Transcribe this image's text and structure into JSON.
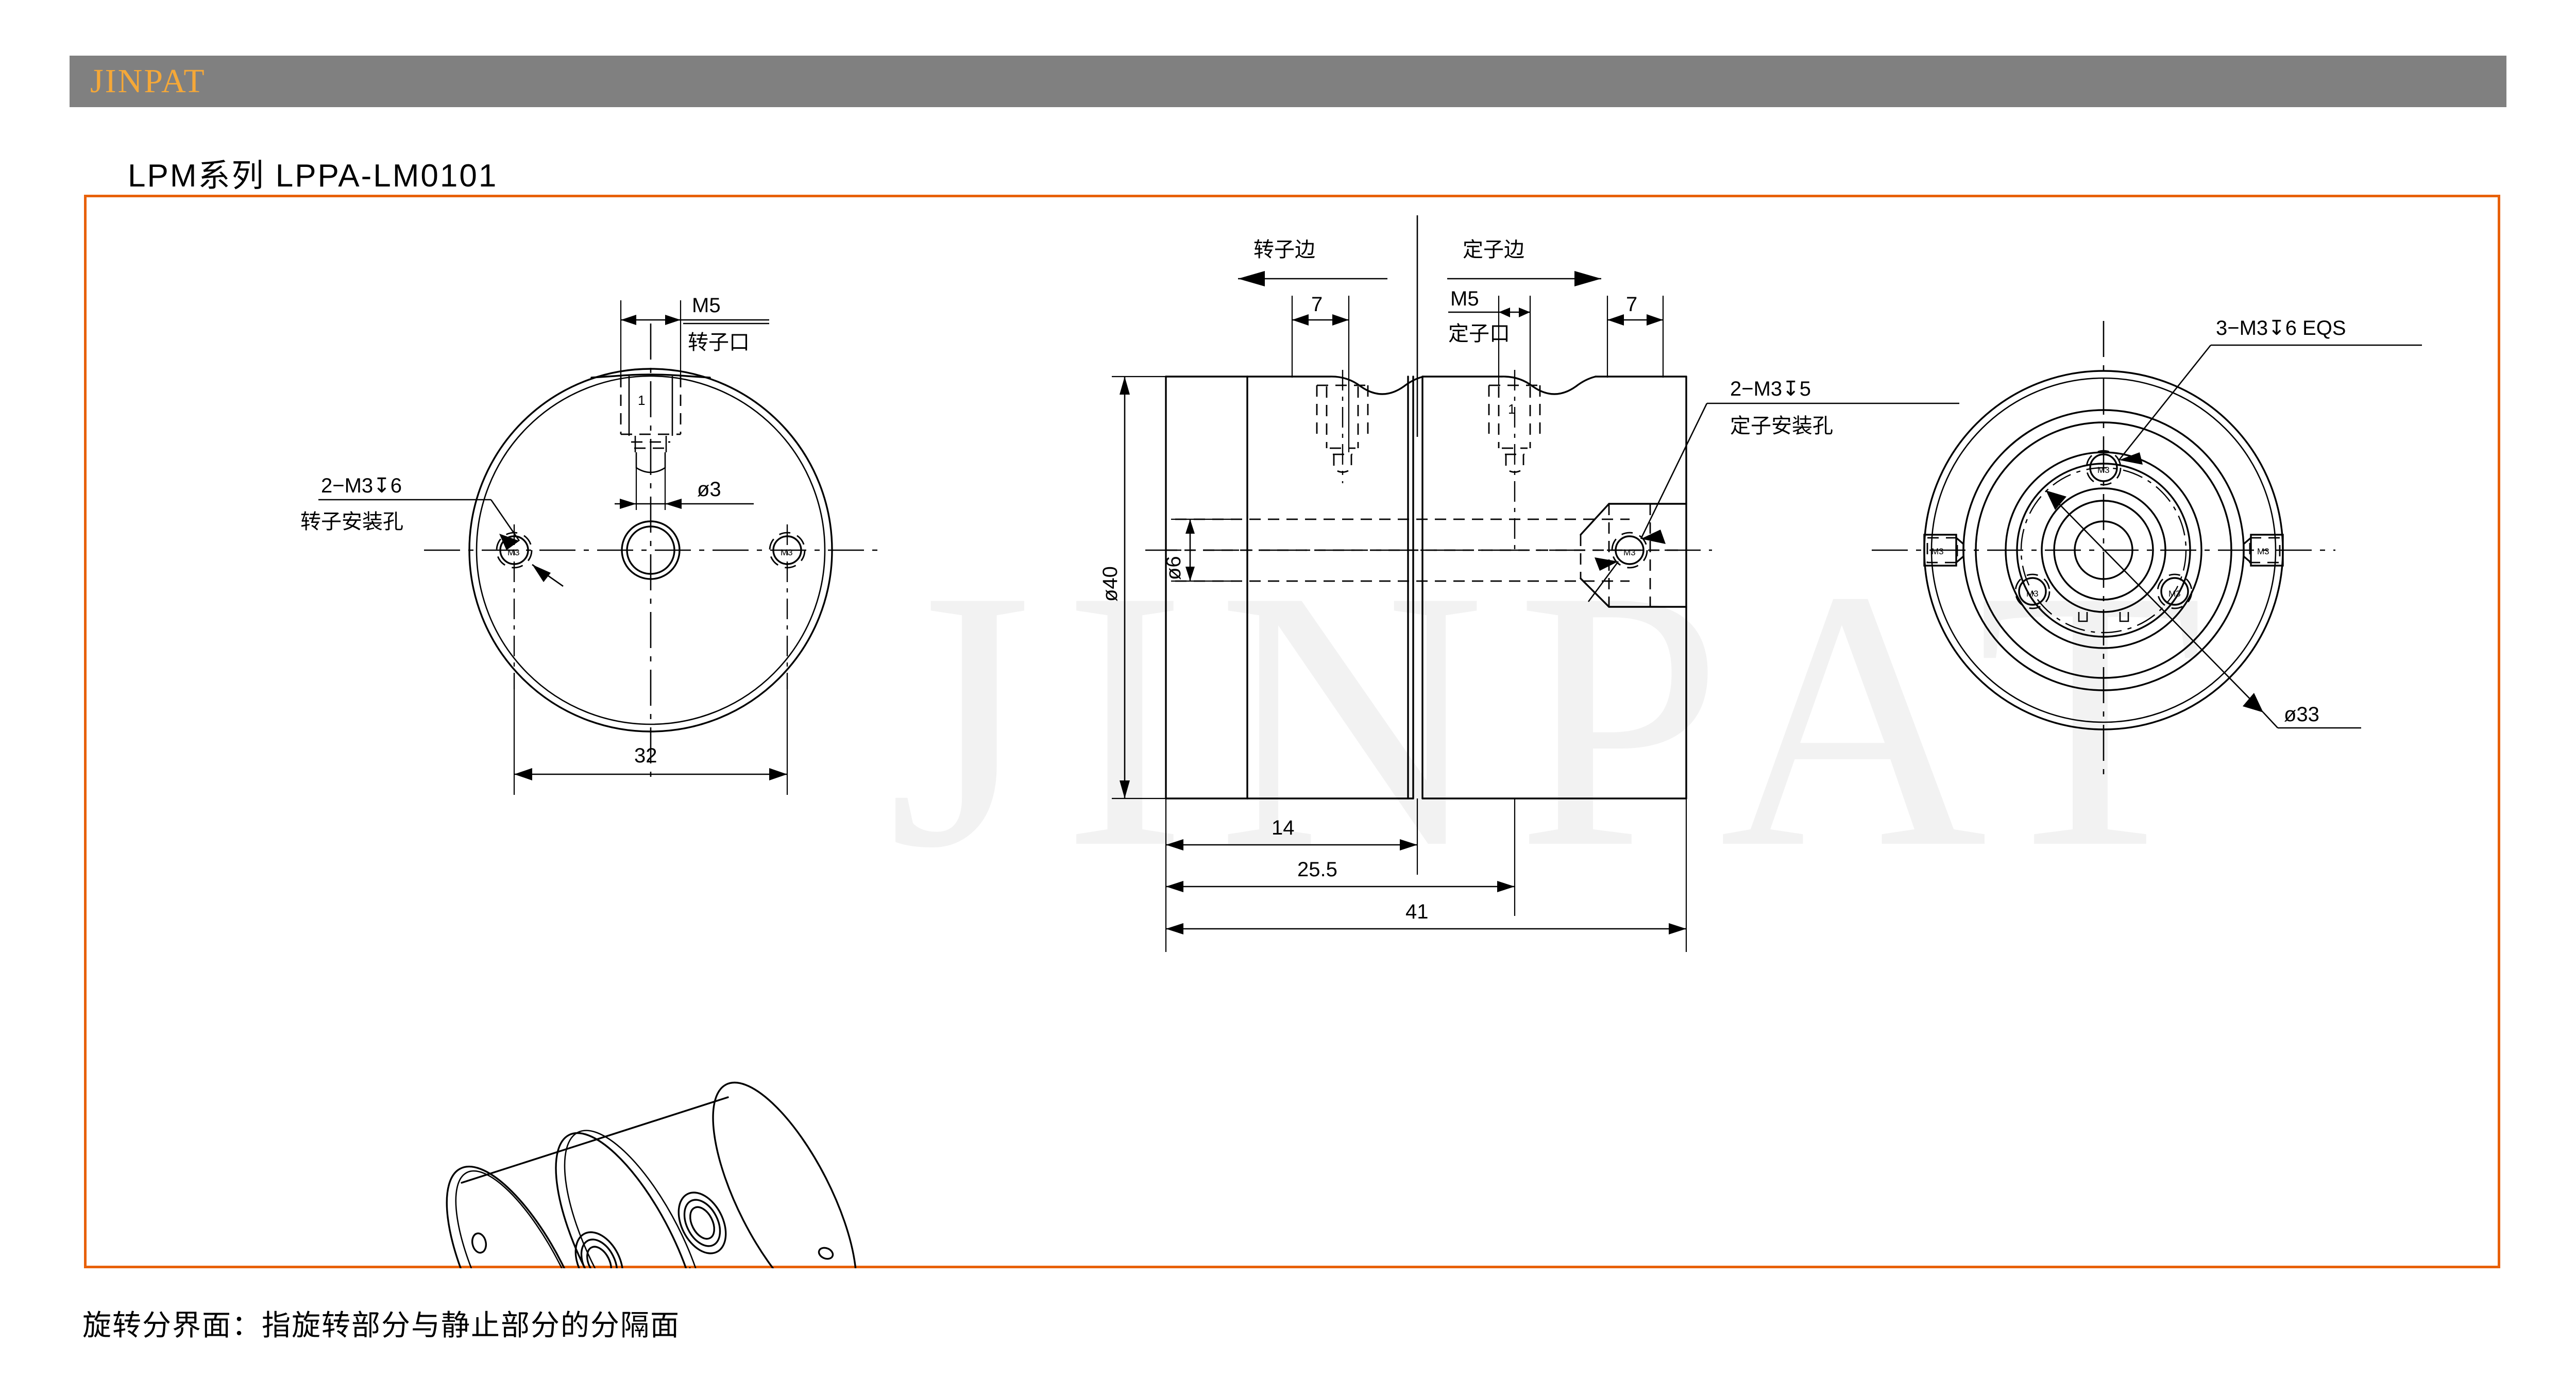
{
  "header": {
    "brand": "JINPAT",
    "brand_color": "#F5A838",
    "bar_color": "#808080"
  },
  "title": "LPM系列 LPPA-LM0101",
  "frame_color": "#E8610A",
  "watermark": "JINPAT",
  "footer_note": "旋转分界面：指旋转部分与静止部分的分隔面",
  "views": {
    "rotor_end": {
      "name": "rotor-end-view",
      "labels": {
        "port_spec": "M5",
        "port_name": "转子口",
        "bore": "ø3",
        "mount_spec": "2−M3↧6",
        "mount_name": "转子安装孔",
        "hole_tag": "M3",
        "depth_tag": "1",
        "overall": "32"
      }
    },
    "elevation": {
      "name": "section-elevation-view",
      "labels": {
        "rotor_side": "转子边",
        "stator_side": "定子边",
        "port_spec": "M5",
        "port_name": "定子口",
        "left_step": "7",
        "right_step": "7",
        "outer_dia": "ø40",
        "bore_dia": "ø6",
        "depth_tag": "1",
        "hole_tag": "M3",
        "mount_spec": "2−M3↧5",
        "mount_name": "定子安装孔",
        "dim_14": "14",
        "dim_255": "25.5",
        "dim_41": "41"
      }
    },
    "stator_end": {
      "name": "stator-end-view",
      "labels": {
        "holes_spec": "3−M3↧6 EQS",
        "bolt_circle": "ø33",
        "hole_tag": "M3"
      }
    },
    "isometric": {
      "name": "isometric-view"
    }
  }
}
